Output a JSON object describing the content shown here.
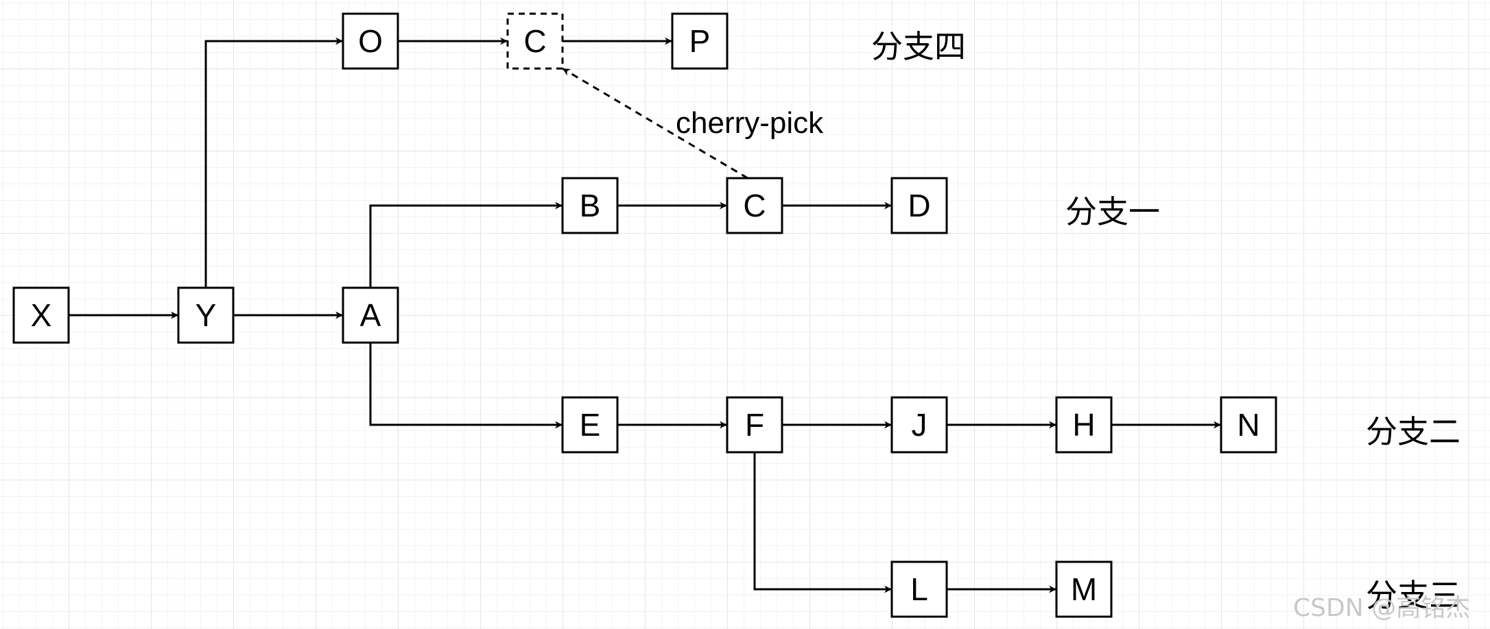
{
  "diagram": {
    "nodes": [
      {
        "id": "X",
        "label": "X"
      },
      {
        "id": "Y",
        "label": "Y"
      },
      {
        "id": "A",
        "label": "A"
      },
      {
        "id": "O",
        "label": "O"
      },
      {
        "id": "C_copy",
        "label": "C",
        "style": "dashed"
      },
      {
        "id": "P",
        "label": "P"
      },
      {
        "id": "B",
        "label": "B"
      },
      {
        "id": "C",
        "label": "C"
      },
      {
        "id": "D",
        "label": "D"
      },
      {
        "id": "E",
        "label": "E"
      },
      {
        "id": "F",
        "label": "F"
      },
      {
        "id": "J",
        "label": "J"
      },
      {
        "id": "H",
        "label": "H"
      },
      {
        "id": "N",
        "label": "N"
      },
      {
        "id": "L",
        "label": "L"
      },
      {
        "id": "M",
        "label": "M"
      }
    ],
    "edges": [
      {
        "from": "X",
        "to": "Y"
      },
      {
        "from": "Y",
        "to": "A"
      },
      {
        "from": "Y",
        "to": "O"
      },
      {
        "from": "O",
        "to": "C_copy"
      },
      {
        "from": "C_copy",
        "to": "P"
      },
      {
        "from": "A",
        "to": "B"
      },
      {
        "from": "B",
        "to": "C"
      },
      {
        "from": "C",
        "to": "D"
      },
      {
        "from": "A",
        "to": "E"
      },
      {
        "from": "E",
        "to": "F"
      },
      {
        "from": "F",
        "to": "J"
      },
      {
        "from": "J",
        "to": "H"
      },
      {
        "from": "H",
        "to": "N"
      },
      {
        "from": "F",
        "to": "L"
      },
      {
        "from": "L",
        "to": "M"
      },
      {
        "from": "C",
        "to": "C_copy",
        "style": "dashed",
        "label": "cherry-pick"
      }
    ],
    "branch_labels": {
      "branch4": "分支四",
      "branch1": "分支一",
      "branch2": "分支二",
      "branch3": "分支三"
    },
    "cherry_pick_label": "cherry-pick"
  },
  "watermark": "CSDN @高铭杰"
}
